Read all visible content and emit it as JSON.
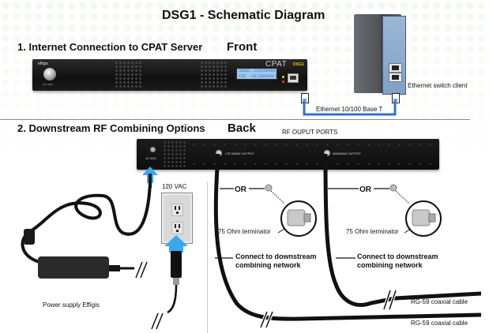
{
  "title": "DSG1 - Schematic Diagram",
  "sections": {
    "internet": {
      "heading": "1. Internet Connection to CPAT Server",
      "view": "Front"
    },
    "downstream": {
      "heading": "2. Downstream RF Combining Options",
      "view": "Back"
    }
  },
  "front_unit": {
    "brand": "effigis",
    "power_label": "ON / OFF",
    "lcd_lines": [
      "AERO : 120500000 Hz",
      "LTE   : 612500000 Hz"
    ],
    "logo": "CPAT",
    "model": "DSG1",
    "led_colors": [
      "#ffd400",
      "#ff3a2a"
    ]
  },
  "ethernet": {
    "switch_label": "Ethernet switch client",
    "link_label": "Ethernet 10/100 Base T",
    "link_color": "#3a6fd0"
  },
  "back_unit": {
    "ports_heading": "RF OUPUT PORTS",
    "dc_label": "12 VDC",
    "port1_label": "LTE BAND OUTPUT",
    "port2_label": "MIDBAND OUTPUT"
  },
  "power": {
    "outlet_label": "120 VAC",
    "psu_label": "Power supply Effigis",
    "arrow_color": "#3aa8f0"
  },
  "options": [
    {
      "or_label": "OR",
      "terminator_label": "75 Ohm terminator",
      "connect_label": [
        "Connect to downstream",
        "combining network"
      ]
    },
    {
      "or_label": "OR",
      "terminator_label": "75 Ohm terminator",
      "connect_label": [
        "Connect to downstream",
        "combining network"
      ]
    }
  ],
  "cables": [
    "RG-59 coaxial cable",
    "RG-59 coaxial cable"
  ]
}
